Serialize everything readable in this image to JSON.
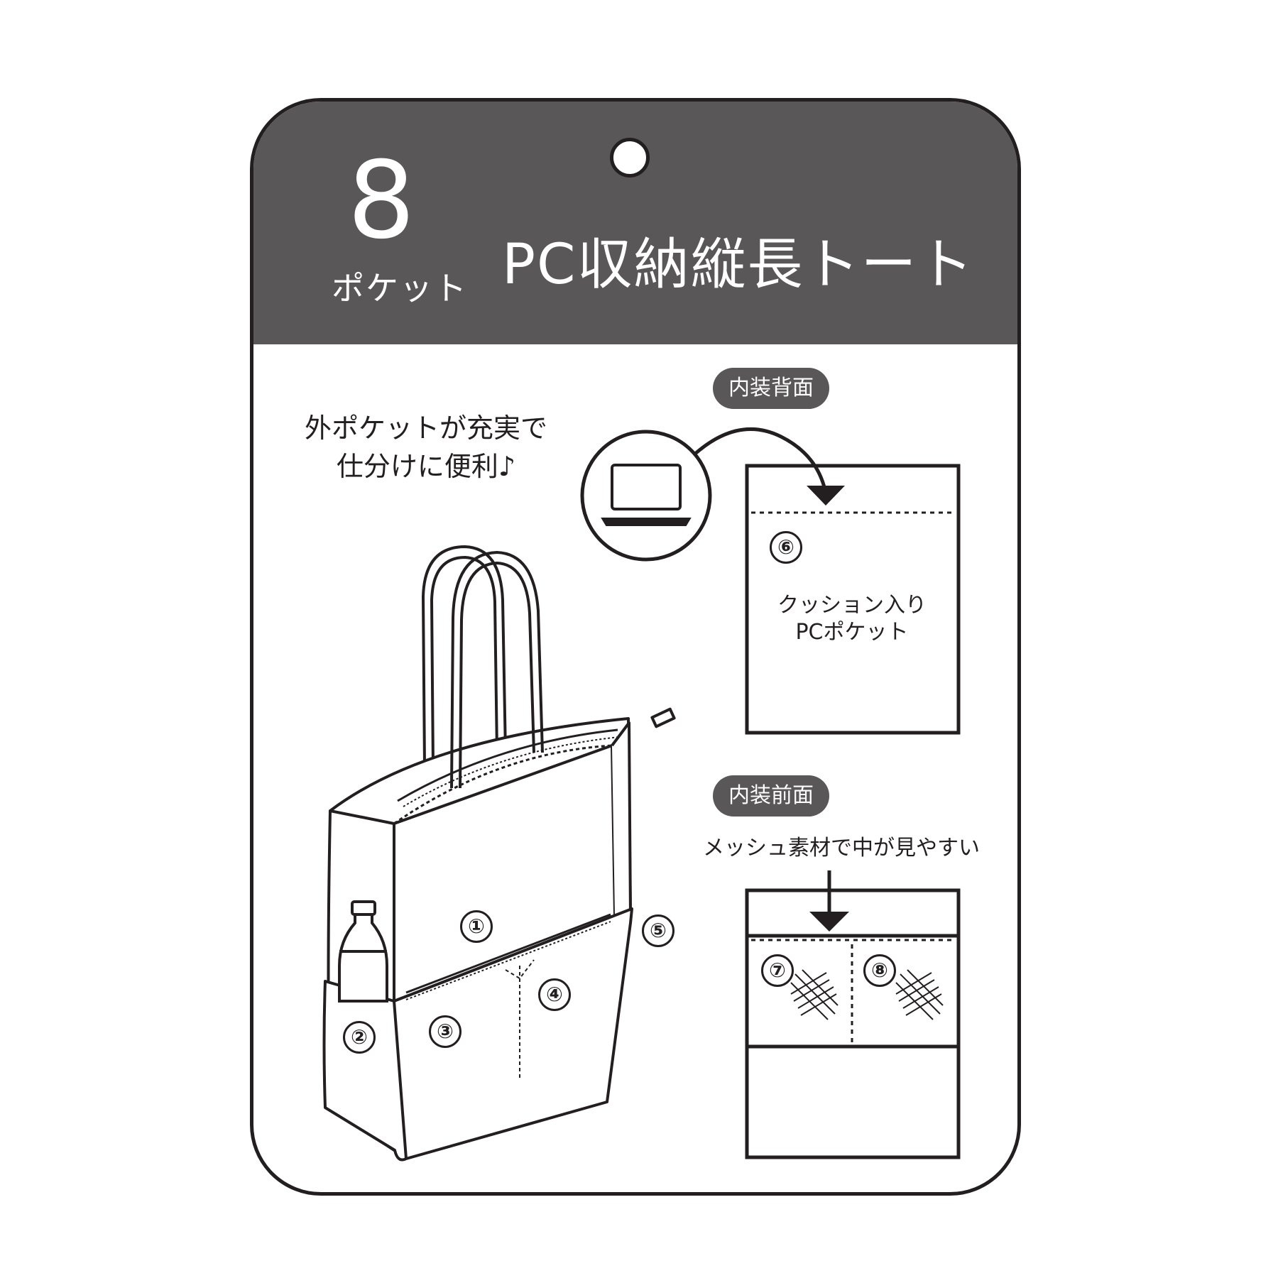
{
  "header": {
    "count_number": "8",
    "count_label": "ポケット",
    "title": "PC収納縦長トート"
  },
  "outer_caption": {
    "line1": "外ポケットが充実で",
    "line2": "仕分けに便利♪"
  },
  "interior_back": {
    "label": "内装背面",
    "pocket_number": "⑥",
    "pocket_line1": "クッション入り",
    "pocket_line2": "PCポケット"
  },
  "interior_front": {
    "label": "内装前面",
    "caption": "メッシュ素材で中が見やすい",
    "pocket_left_number": "⑦",
    "pocket_right_number": "⑧"
  },
  "bag_pockets": [
    "①",
    "②",
    "③",
    "④",
    "⑤"
  ],
  "icons": [
    "laptop-icon",
    "bottle-icon",
    "mesh-icon"
  ]
}
